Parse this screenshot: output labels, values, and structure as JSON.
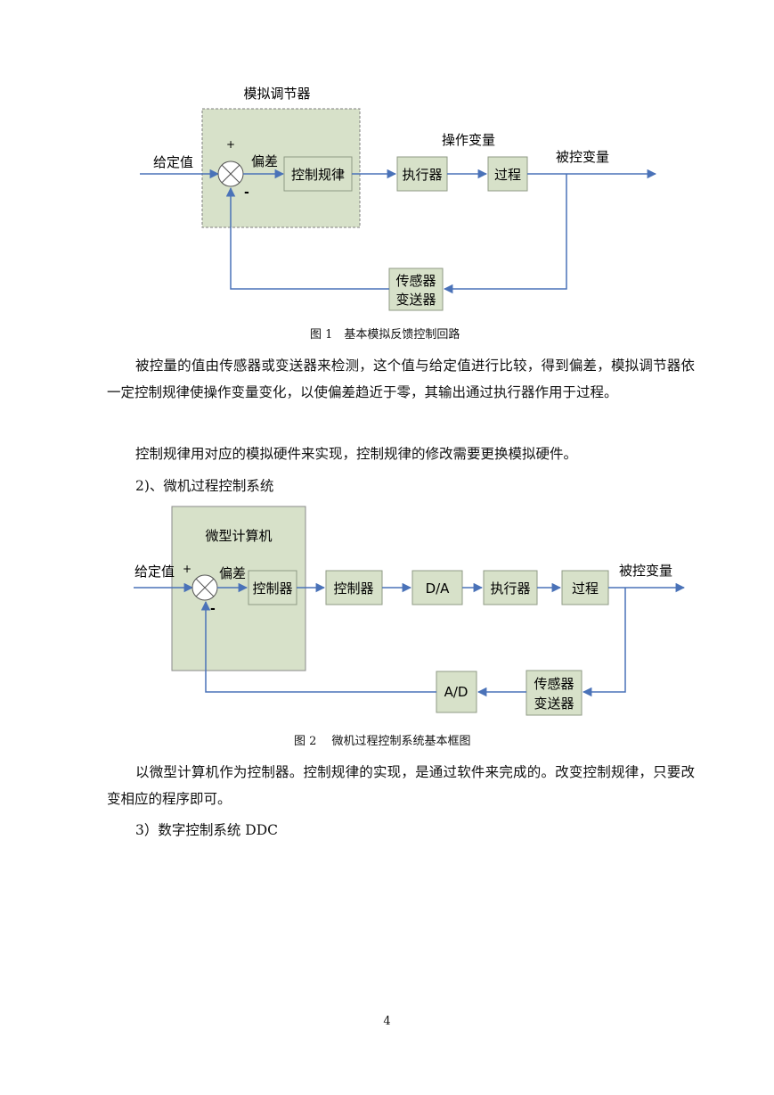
{
  "colors": {
    "arrow": "#4a72b8",
    "block_fill": "#d7e1c9",
    "block_stroke": "#8f9a85",
    "controller_fill": "#d7e1c9",
    "text": "#111111"
  },
  "figure1": {
    "controller_title": "模拟调节器",
    "plus": "+",
    "minus": "-",
    "setpoint": "给定值",
    "error": "偏差",
    "control_law": "控制规律",
    "manipulated_variable": "操作变量",
    "actuator": "执行器",
    "process": "过程",
    "controlled_variable": "被控变量",
    "sensor_line1": "传感器",
    "sensor_line2": "变送器",
    "caption": "图 1　基本模拟反馈控制回路"
  },
  "figure2": {
    "computer_title": "微型计算机",
    "plus": "+",
    "minus": "-",
    "setpoint": "给定值",
    "error": "偏差",
    "controller_inner": "控制器",
    "controller": "控制器",
    "da": "D/A",
    "actuator": "执行器",
    "process": "过程",
    "controlled_variable": "被控变量",
    "ad": "A/D",
    "sensor_line1": "传感器",
    "sensor_line2": "变送器",
    "caption": "图 2　 微机过程控制系统基本框图"
  },
  "text": {
    "p1": "被控量的值由传感器或变送器来检测，这个值与给定值进行比较，得到偏差，模拟调节器依一定控制规律使操作变量变化，以使偏差趋近于零，其输出通过执行器作用于过程。",
    "p2": "控制规律用对应的模拟硬件来实现，控制规律的修改需要更换模拟硬件。",
    "heading2": "2)、微机过程控制系统",
    "p3": "以微型计算机作为控制器。控制规律的实现，是通过软件来完成的。改变控制规律，只要改变相应的程序即可。",
    "heading3": "3）数字控制系统 DDC"
  },
  "page_number": "4"
}
